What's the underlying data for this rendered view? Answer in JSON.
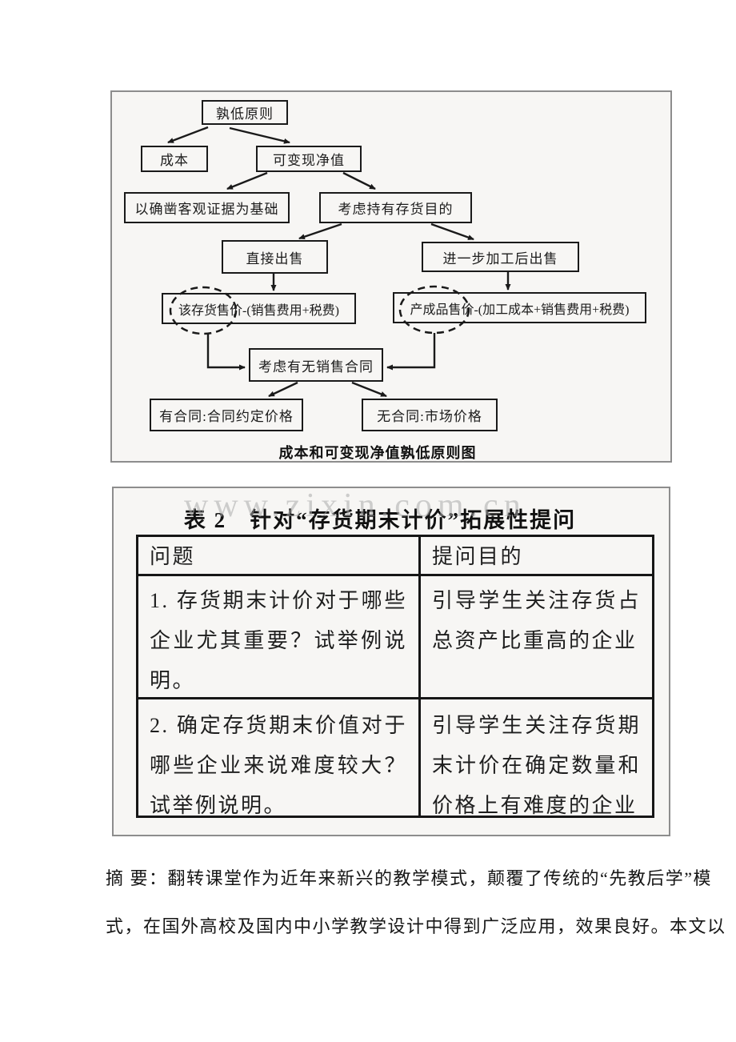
{
  "flowchart": {
    "caption": "成本和可变现净值孰低原则图",
    "nodes": {
      "principle": "孰低原则",
      "cost": "成本",
      "nrv": "可变现净值",
      "evidence": "以确凿客观证据为基础",
      "purpose": "考虑持有存货目的",
      "direct_sale": "直接出售",
      "further_processing": "进一步加工后出售",
      "inventory_price": "该存货售价-(销售费用+税费)",
      "finished_price": "产成品售价-(加工成本+销售费用+税费)",
      "contract_check": "考虑有无销售合同",
      "with_contract": "有合同:合同约定价格",
      "without_contract": "无合同:市场价格"
    },
    "colors": {
      "box_border": "#1a1a1a",
      "frame_border": "#8d8d8d",
      "scan_background": "#f7f6f4"
    }
  },
  "table": {
    "watermark": "www.zixin.com.cn",
    "title": "表 2　针对“存货期末计价”拓展性提问",
    "headers": [
      "问题",
      "提问目的"
    ],
    "rows": [
      {
        "question": "1. 存货期末计价对于哪些企业尤其重要？试举例说明。",
        "purpose": "引导学生关注存货占总资产比重高的企业"
      },
      {
        "question": "2. 确定存货期末价值对于哪些企业来说难度较大？试举例说明。",
        "purpose": "引导学生关注存货期末计价在确定数量和价格上有难度的企业"
      }
    ]
  },
  "abstract": {
    "label": "摘 要",
    "lines": [
      "摘 要：翻转课堂作为近年来新兴的教学模式，颠覆了传统的“先教后学”模",
      "式，在国外高校及国内中小学教学设计中得到广泛应用，效果良好。本文以"
    ]
  }
}
